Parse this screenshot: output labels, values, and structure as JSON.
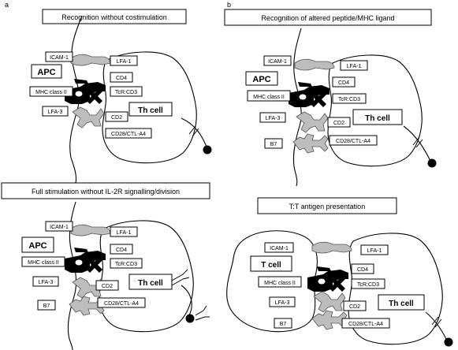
{
  "panel_labels": {
    "a": "a",
    "b": "b"
  },
  "titles": {
    "p1": "Recognition without costimulation",
    "p2": "Recognition of altered peptide/MHC ligand",
    "p3": "Full stimulation without IL-2R signalling/division",
    "p4": "T:T antigen presentation"
  },
  "labels": {
    "icam1": "ICAM-1",
    "lfa1": "LFA-1",
    "apc": "APC",
    "cd4": "CD4",
    "mhc2": "MHC class II",
    "tcr": "TcR:CD3",
    "lfa3": "LFA-3",
    "cd2": "CD2",
    "b7": "B7",
    "cd28": "CD28/CTL-A4",
    "thcell": "Th cell",
    "tcell": "T cell"
  }
}
